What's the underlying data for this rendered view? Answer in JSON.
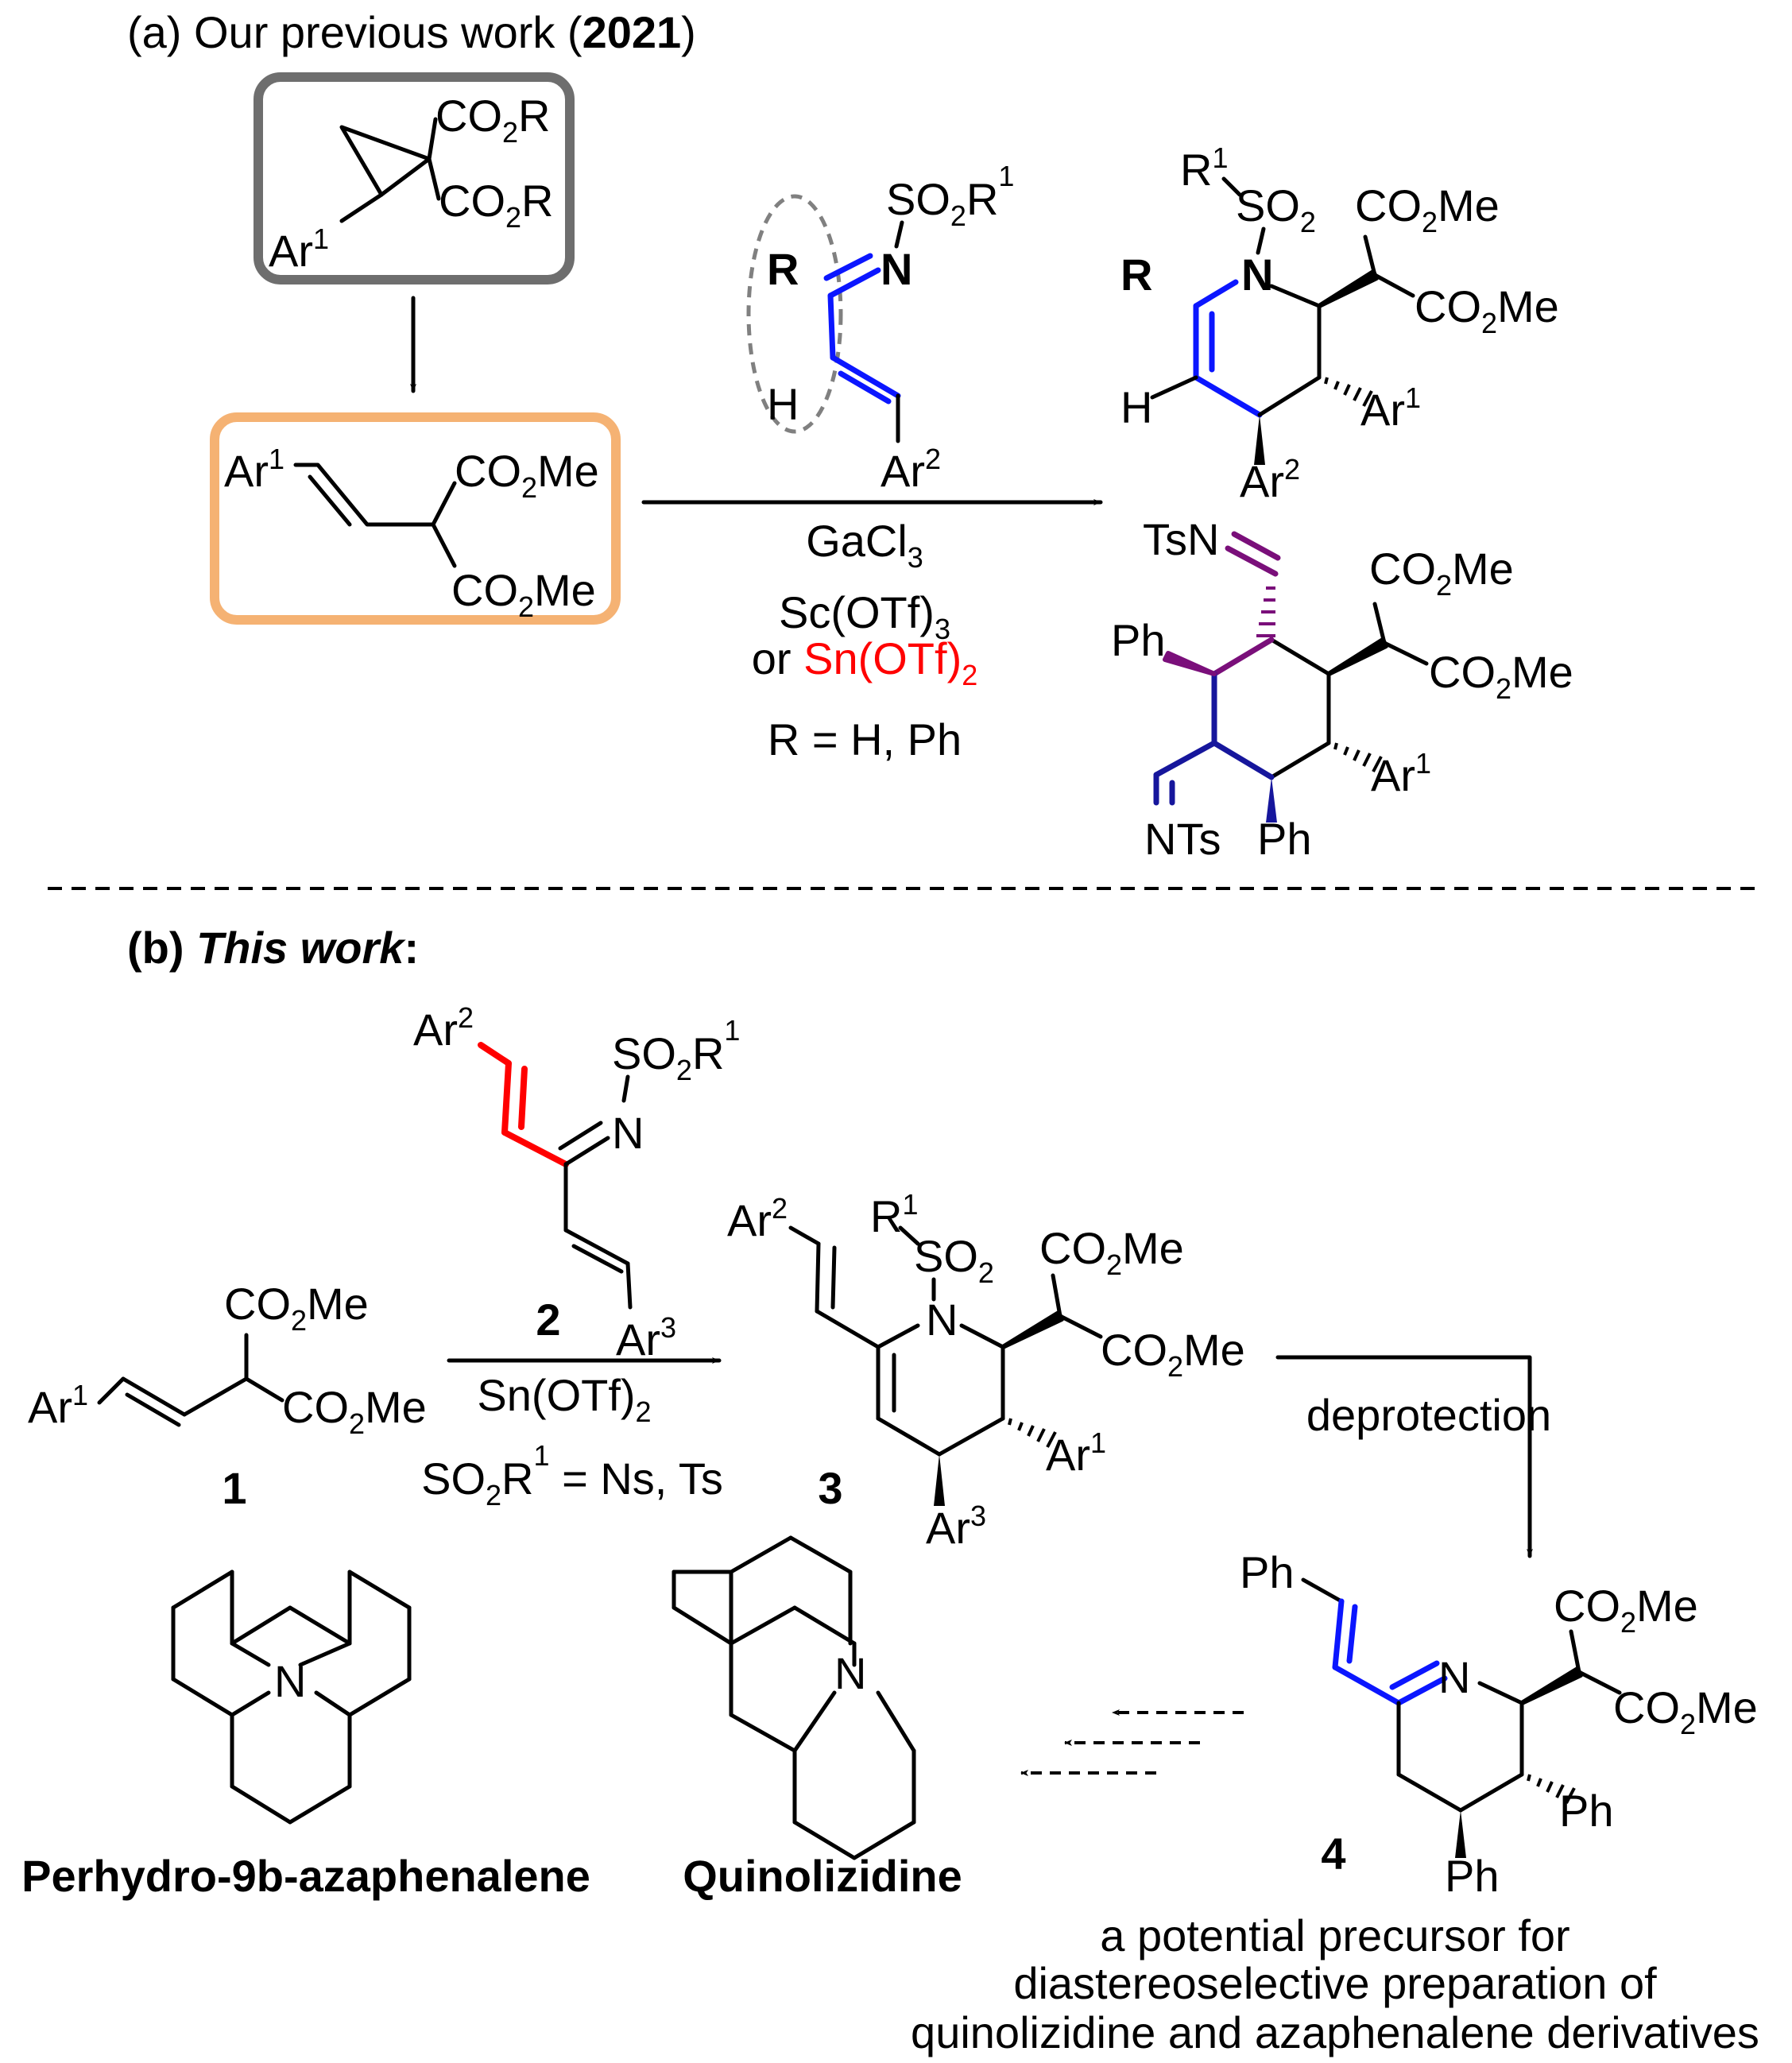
{
  "section_a": {
    "prefix": "(a) Our previous work (",
    "year": "2021",
    "suffix": ")"
  },
  "section_b": {
    "prefix": "(b) ",
    "italic": "This work",
    "suffix": ":"
  },
  "labels": {
    "co2r": "CO2R",
    "co2me": "CO2Me",
    "ar1": "Ar1",
    "ar2": "Ar2",
    "ar3": "Ar3",
    "so2r1": "SO2R1",
    "r1": "R1",
    "so2": "SO2",
    "n": "N",
    "r": "R",
    "h": "H",
    "tsn": "TsN",
    "nts": "NTs",
    "ph": "Ph"
  },
  "conditions_a": {
    "line1": "GaCl3",
    "line2": "Sc(OTf)3",
    "line3_or": "or ",
    "line3_cat": "Sn(OTf)2",
    "r_def": "R = H, Ph"
  },
  "conditions_b": {
    "reagent_num": "2",
    "catalyst": "Sn(OTf)2",
    "so2r1_def": "SO2R1 = Ns, Ts",
    "deprotection": "deprotection"
  },
  "compound_numbers": {
    "c1": "1",
    "c3": "3",
    "c4": "4"
  },
  "names": {
    "azaphenalene": "Perhydro-9b-azaphenalene",
    "quinolizidine": "Quinolizidine"
  },
  "caption": {
    "line1": "a potential precursor for",
    "line2": "diastereoselective preparation of",
    "line3": "quinolizidine and azaphenalene derivatives"
  },
  "colors": {
    "red": "#ff0000",
    "blue": "#0b16ff",
    "navy": "#16169c",
    "purple": "#7a0f7a",
    "green": "#178a6c",
    "magenta": "#ff00ff",
    "gray_box": "#6e6e6e",
    "orange_box": "#f5b273"
  }
}
